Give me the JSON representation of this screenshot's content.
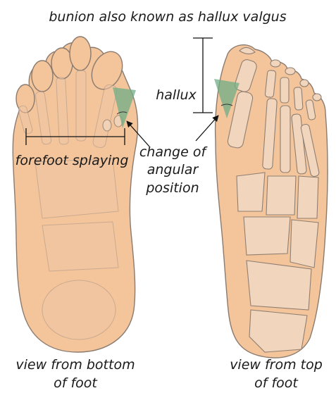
{
  "title": "bunion also known as hallux valgus",
  "labels": {
    "hallux": "hallux",
    "forefoot_splaying": "forefoot splaying",
    "angular_change": [
      "change of",
      "angular",
      "position"
    ],
    "bottom_view": [
      "view from bottom",
      "of foot"
    ],
    "top_view": [
      "view from top",
      "of foot"
    ]
  },
  "colors": {
    "skin": "#f4c49a",
    "bone": "#f1d6bd",
    "angle_wedge": "#6fae86",
    "outline": "#8a7b70"
  }
}
